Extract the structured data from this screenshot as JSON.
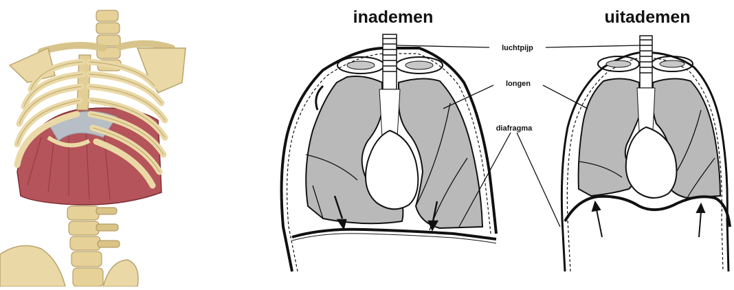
{
  "headings": {
    "inhale": "inademen",
    "exhale": "uitademen"
  },
  "labels": {
    "trachea": "luchtpijp",
    "lungs": "longen",
    "diaphragm": "diafragma"
  },
  "colors": {
    "lung_fill": "#b9b9b9",
    "bone": "#ead9a6",
    "muscle": "#b5545a",
    "outline": "#111111"
  }
}
